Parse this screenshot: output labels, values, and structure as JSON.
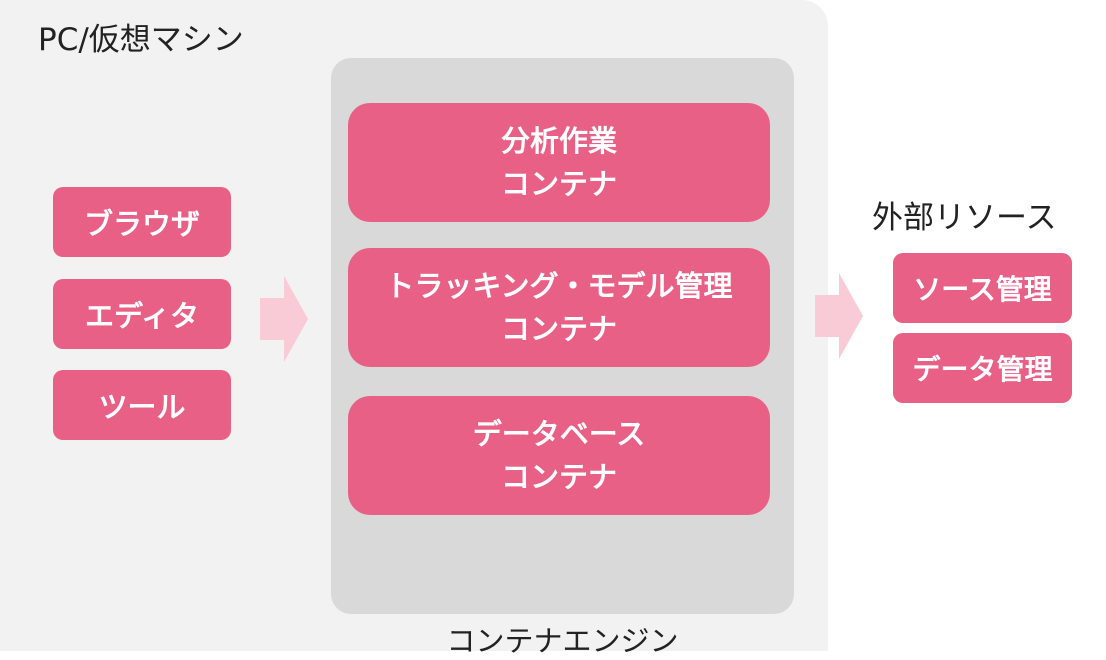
{
  "colors": {
    "box_fill": "#e96087",
    "arrow_fill": "#f8cbd6",
    "pc_background": "#f2f2f2",
    "engine_background": "#d9d9d9"
  },
  "pc": {
    "title": "PC/仮想マシン",
    "tools": [
      {
        "label": "ブラウザ"
      },
      {
        "label": "エディタ"
      },
      {
        "label": "ツール"
      }
    ]
  },
  "engine": {
    "label": "コンテナエンジン",
    "containers": [
      {
        "line1": "分析作業",
        "line2": "コンテナ"
      },
      {
        "line1": "トラッキング・モデル管理",
        "line2": "コンテナ"
      },
      {
        "line1": "データベース",
        "line2": "コンテナ"
      }
    ]
  },
  "external": {
    "title": "外部リソース",
    "items": [
      {
        "label": "ソース管理"
      },
      {
        "label": "データ管理"
      }
    ]
  }
}
